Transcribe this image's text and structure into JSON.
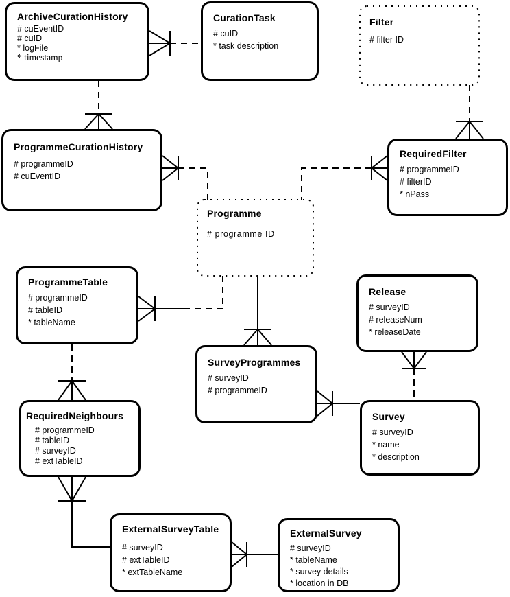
{
  "colors": {
    "line": "#000000",
    "background": "#ffffff",
    "box_fill": "#ffffff",
    "text": "#000000"
  },
  "entities": [
    {
      "name": "ArchiveCurationHistory",
      "border": "solid",
      "attributes": [
        "# cuEventID",
        "# cuID",
        "* logFile",
        "* timestamp"
      ]
    },
    {
      "name": "CurationTask",
      "border": "solid",
      "attributes": [
        "# cuID",
        "* task description"
      ]
    },
    {
      "name": "Filter",
      "border": "dotted",
      "attributes": [
        "# filter ID"
      ]
    },
    {
      "name": "ProgrammeCurationHistory",
      "border": "solid",
      "attributes": [
        "# programmeID",
        "# cuEventID"
      ]
    },
    {
      "name": "RequiredFilter",
      "border": "solid",
      "attributes": [
        "# programmeID",
        "# filterID",
        "* nPass"
      ]
    },
    {
      "name": "Programme",
      "border": "dotted",
      "attributes": [
        "# programme ID"
      ]
    },
    {
      "name": "ProgrammeTable",
      "border": "solid",
      "attributes": [
        "# programmeID",
        "# tableID",
        "* tableName"
      ]
    },
    {
      "name": "Release",
      "border": "solid",
      "attributes": [
        "# surveyID",
        "# releaseNum",
        "* releaseDate"
      ]
    },
    {
      "name": "SurveyProgrammes",
      "border": "solid",
      "attributes": [
        "# surveyID",
        "# programmeID"
      ]
    },
    {
      "name": "RequiredNeighbours",
      "border": "solid",
      "attributes": [
        "# programmeID",
        "# tableID",
        "# surveyID",
        "# extTableID"
      ]
    },
    {
      "name": "Survey",
      "border": "solid",
      "attributes": [
        "# surveyID",
        "* name",
        "* description"
      ]
    },
    {
      "name": "ExternalSurveyTable",
      "border": "solid",
      "attributes": [
        "# surveyID",
        "# extTableID",
        "* extTableName"
      ]
    },
    {
      "name": "ExternalSurvey",
      "border": "solid",
      "attributes": [
        "# surveyID",
        "* tableName",
        "* survey details",
        "* location in DB"
      ]
    }
  ],
  "relationships": [
    {
      "from": "ArchiveCurationHistory",
      "to": "CurationTask",
      "line": "dashed",
      "crows_foot_at": "ArchiveCurationHistory"
    },
    {
      "from": "ProgrammeCurationHistory",
      "to": "ArchiveCurationHistory",
      "line": "dashed",
      "crows_foot_at": "ProgrammeCurationHistory"
    },
    {
      "from": "ProgrammeCurationHistory",
      "to": "Programme",
      "line": "dashed",
      "crows_foot_at": "ProgrammeCurationHistory"
    },
    {
      "from": "RequiredFilter",
      "to": "Filter",
      "line": "dashed",
      "crows_foot_at": "RequiredFilter"
    },
    {
      "from": "RequiredFilter",
      "to": "Programme",
      "line": "dashed",
      "crows_foot_at": "RequiredFilter"
    },
    {
      "from": "SurveyProgrammes",
      "to": "Programme",
      "line": "solid",
      "crows_foot_at": "SurveyProgrammes"
    },
    {
      "from": "ProgrammeTable",
      "to": "Programme",
      "line": "dashed",
      "crows_foot_at": "ProgrammeTable"
    },
    {
      "from": "RequiredNeighbours",
      "to": "ProgrammeTable",
      "line": "dashed",
      "crows_foot_at": "RequiredNeighbours"
    },
    {
      "from": "RequiredNeighbours",
      "to": "ExternalSurveyTable",
      "line": "solid",
      "crows_foot_at": "RequiredNeighbours"
    },
    {
      "from": "ExternalSurveyTable",
      "to": "ExternalSurvey",
      "line": "solid",
      "crows_foot_at": "ExternalSurveyTable"
    },
    {
      "from": "SurveyProgrammes",
      "to": "Survey",
      "line": "solid",
      "crows_foot_at": "SurveyProgrammes"
    },
    {
      "from": "Release",
      "to": "Survey",
      "line": "dashed",
      "crows_foot_at": "Release"
    }
  ]
}
